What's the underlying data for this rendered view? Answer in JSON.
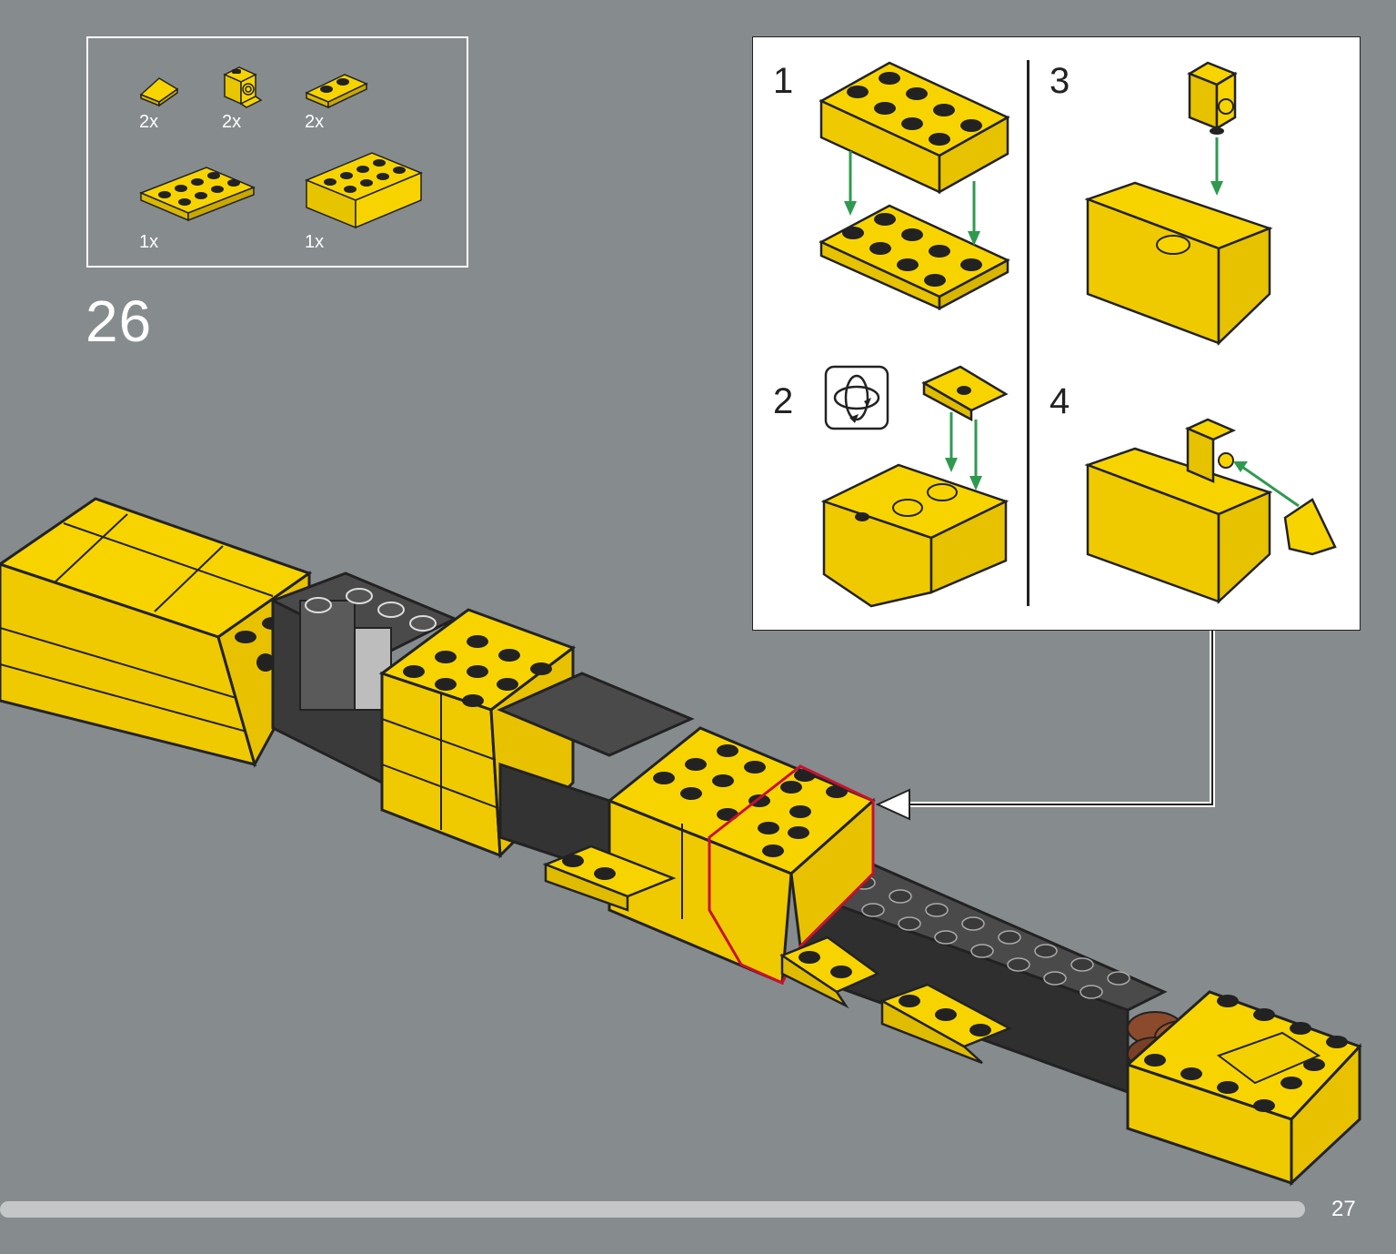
{
  "parts_list": {
    "items": [
      {
        "name": "slope-1x1",
        "qty": "2x"
      },
      {
        "name": "bracket-1x1",
        "qty": "2x"
      },
      {
        "name": "plate-1x2",
        "qty": "2x"
      },
      {
        "name": "plate-2x4",
        "qty": "1x"
      },
      {
        "name": "brick-2x4",
        "qty": "1x"
      }
    ]
  },
  "step": {
    "number": "26"
  },
  "substeps": {
    "labels": [
      "1",
      "2",
      "3",
      "4"
    ]
  },
  "page": {
    "number": "27"
  },
  "colors": {
    "background": "#868b8d",
    "brick_yellow": "#f7d400",
    "brick_dark_gray": "#3a3a3a",
    "brick_light_gray": "#9a9a9a",
    "brick_brown": "#8b4a2b",
    "arrow_green": "#2f9a4f",
    "highlight_red": "#c8102e",
    "progress_track": "#c4c6c8"
  },
  "icons": {
    "rotate": "rotate-model-icon",
    "callout_arrow": "callout-arrow-icon"
  }
}
